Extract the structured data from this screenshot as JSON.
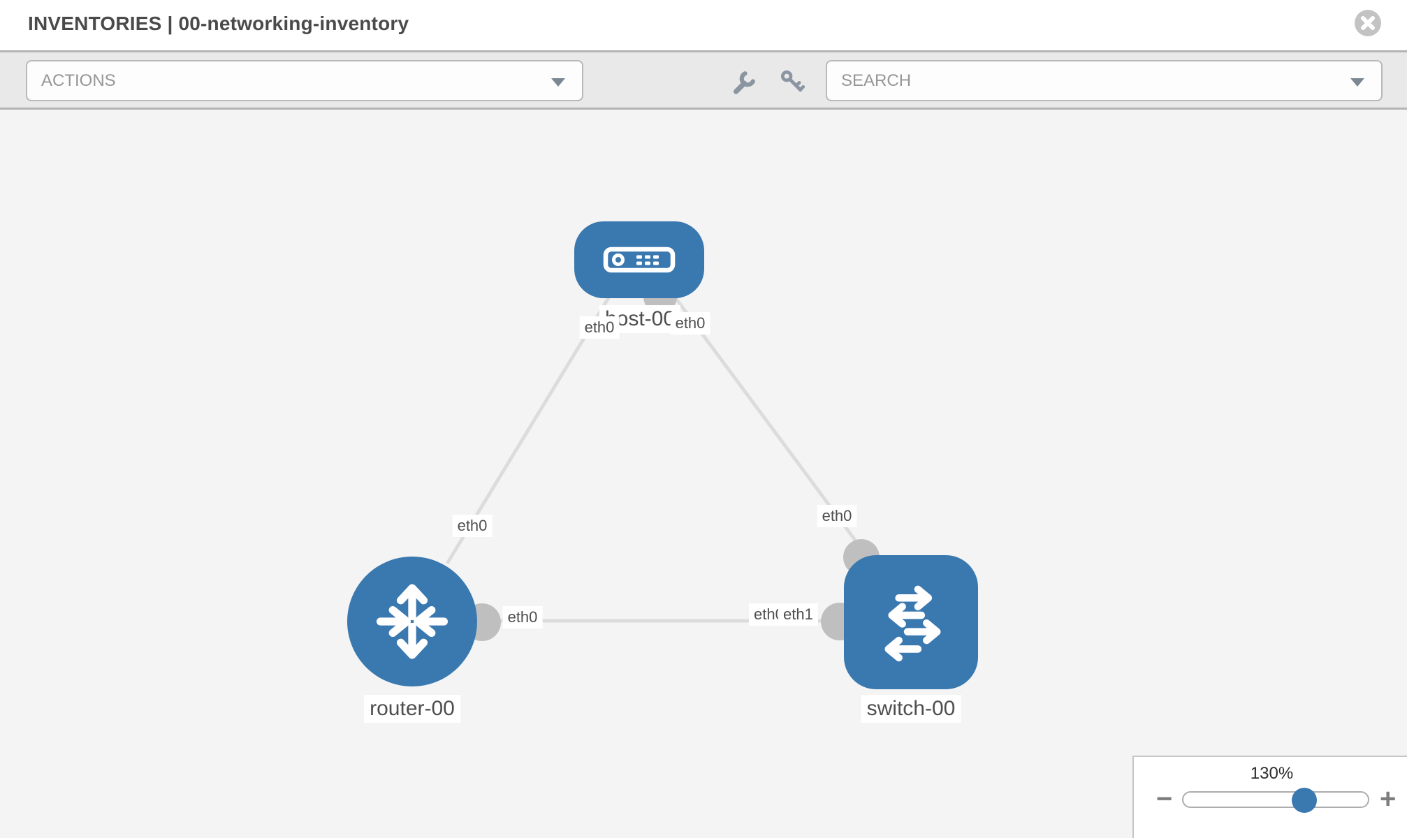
{
  "header": {
    "title": "INVENTORIES | 00-networking-inventory"
  },
  "toolbar": {
    "actions_label": "ACTIONS",
    "search_placeholder": "SEARCH",
    "icons": [
      "wrench-icon",
      "key-icon"
    ]
  },
  "topology": {
    "nodes": [
      {
        "label": "host-00",
        "type": "host",
        "icon": "server-icon"
      },
      {
        "label": "router-00",
        "type": "router",
        "icon": "route-arrows-icon"
      },
      {
        "label": "switch-00",
        "type": "switch",
        "icon": "exchange-arrows-icon"
      }
    ],
    "links": [
      {
        "from": "host-00",
        "to": "router-00",
        "from_label": "eth0",
        "to_label": "eth0"
      },
      {
        "from": "host-00",
        "to": "switch-00",
        "from_label": "eth0",
        "to_label": "eth0"
      },
      {
        "from": "router-00",
        "to": "switch-00",
        "from_label": "eth0",
        "to_label_back": "eth0",
        "to_label_front": "eth1"
      }
    ],
    "colors": {
      "node_blue": "#3a78b0",
      "link_gray": "#dcdcdc",
      "connector_gray": "#bfbfbf"
    }
  },
  "zoom_control": {
    "level": "130%",
    "minus_label": "−",
    "plus_label": "+"
  }
}
